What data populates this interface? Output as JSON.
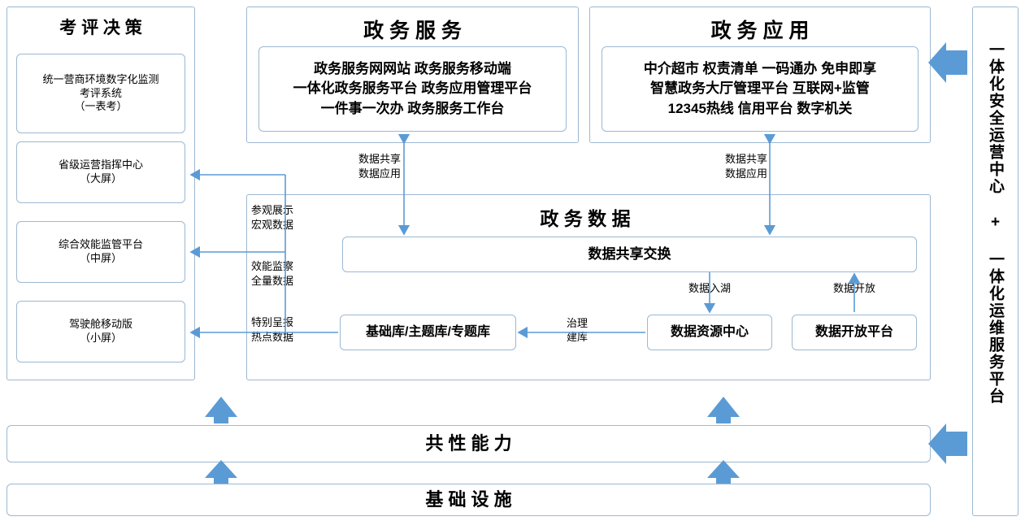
{
  "colors": {
    "border": "#9db8d2",
    "arrow_fill": "#5b9bd5",
    "line": "#5b9bd5",
    "text": "#000000"
  },
  "left_panel": {
    "title": "考 评 决 策",
    "items": [
      {
        "lines": [
          "统一营商环境数字化监测",
          "考评系统",
          "（一表考）"
        ]
      },
      {
        "lines": [
          "省级运营指挥中心",
          "（大屏）"
        ]
      },
      {
        "lines": [
          "综合效能监管平台",
          "（中屏）"
        ]
      },
      {
        "lines": [
          "驾驶舱移动版",
          "（小屏）"
        ]
      }
    ]
  },
  "service_panel": {
    "title": "政 务 服 务",
    "box_lines": [
      "政务服务网网站 政务服务移动端",
      "一体化政务服务平台 政务应用管理平台",
      "一件事一次办 政务服务工作台"
    ]
  },
  "app_panel": {
    "title": "政 务 应 用",
    "box_lines": [
      "中介超市 权责清单 一码通办 免申即享",
      "智慧政务大厅管理平台 互联网+监管",
      "12345热线 信用平台 数字机关"
    ]
  },
  "data_panel": {
    "title": "政 务 数 据",
    "exchange_label": "数据共享交换",
    "boxes": {
      "library": "基础库/主题库/专题库",
      "resource_center": "数据资源中心",
      "open_platform": "数据开放平台"
    },
    "edge_labels": {
      "into_lake": "数据入湖",
      "open_data": "数据开放",
      "govern_build": [
        "治理",
        "建库"
      ]
    }
  },
  "flow_labels": {
    "share_apply_left": [
      "数据共享",
      "数据应用"
    ],
    "share_apply_right": [
      "数据共享",
      "数据应用"
    ],
    "visit_macro": [
      "参观展示",
      "宏观数据"
    ],
    "efficiency_full": [
      "效能监察",
      "全量数据"
    ],
    "special_hot": [
      "特别呈报",
      "热点数据"
    ]
  },
  "bottom": {
    "capability": "共 性 能 力",
    "infrastructure": "基 础 设 施"
  },
  "right_panel": {
    "text": "一体化安全运营中心 + 一体化运维服务平台"
  }
}
